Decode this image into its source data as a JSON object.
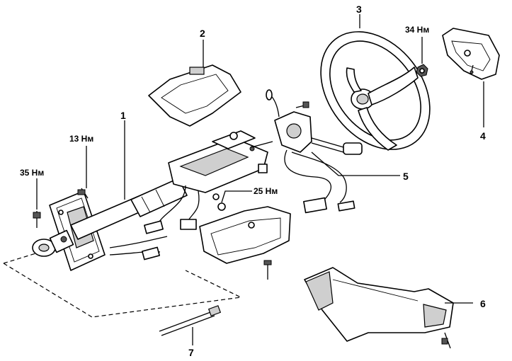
{
  "callouts": [
    {
      "id": "1",
      "label": "1"
    },
    {
      "id": "2",
      "label": "2"
    },
    {
      "id": "3",
      "label": "3"
    },
    {
      "id": "4",
      "label": "4"
    },
    {
      "id": "5",
      "label": "5"
    },
    {
      "id": "6",
      "label": "6"
    },
    {
      "id": "7",
      "label": "7"
    }
  ],
  "torques": [
    {
      "id": "t34",
      "label": "34 Нм"
    },
    {
      "id": "t13",
      "label": "13 Нм"
    },
    {
      "id": "t35",
      "label": "35 Нм"
    },
    {
      "id": "t25",
      "label": "25 Нм"
    }
  ]
}
